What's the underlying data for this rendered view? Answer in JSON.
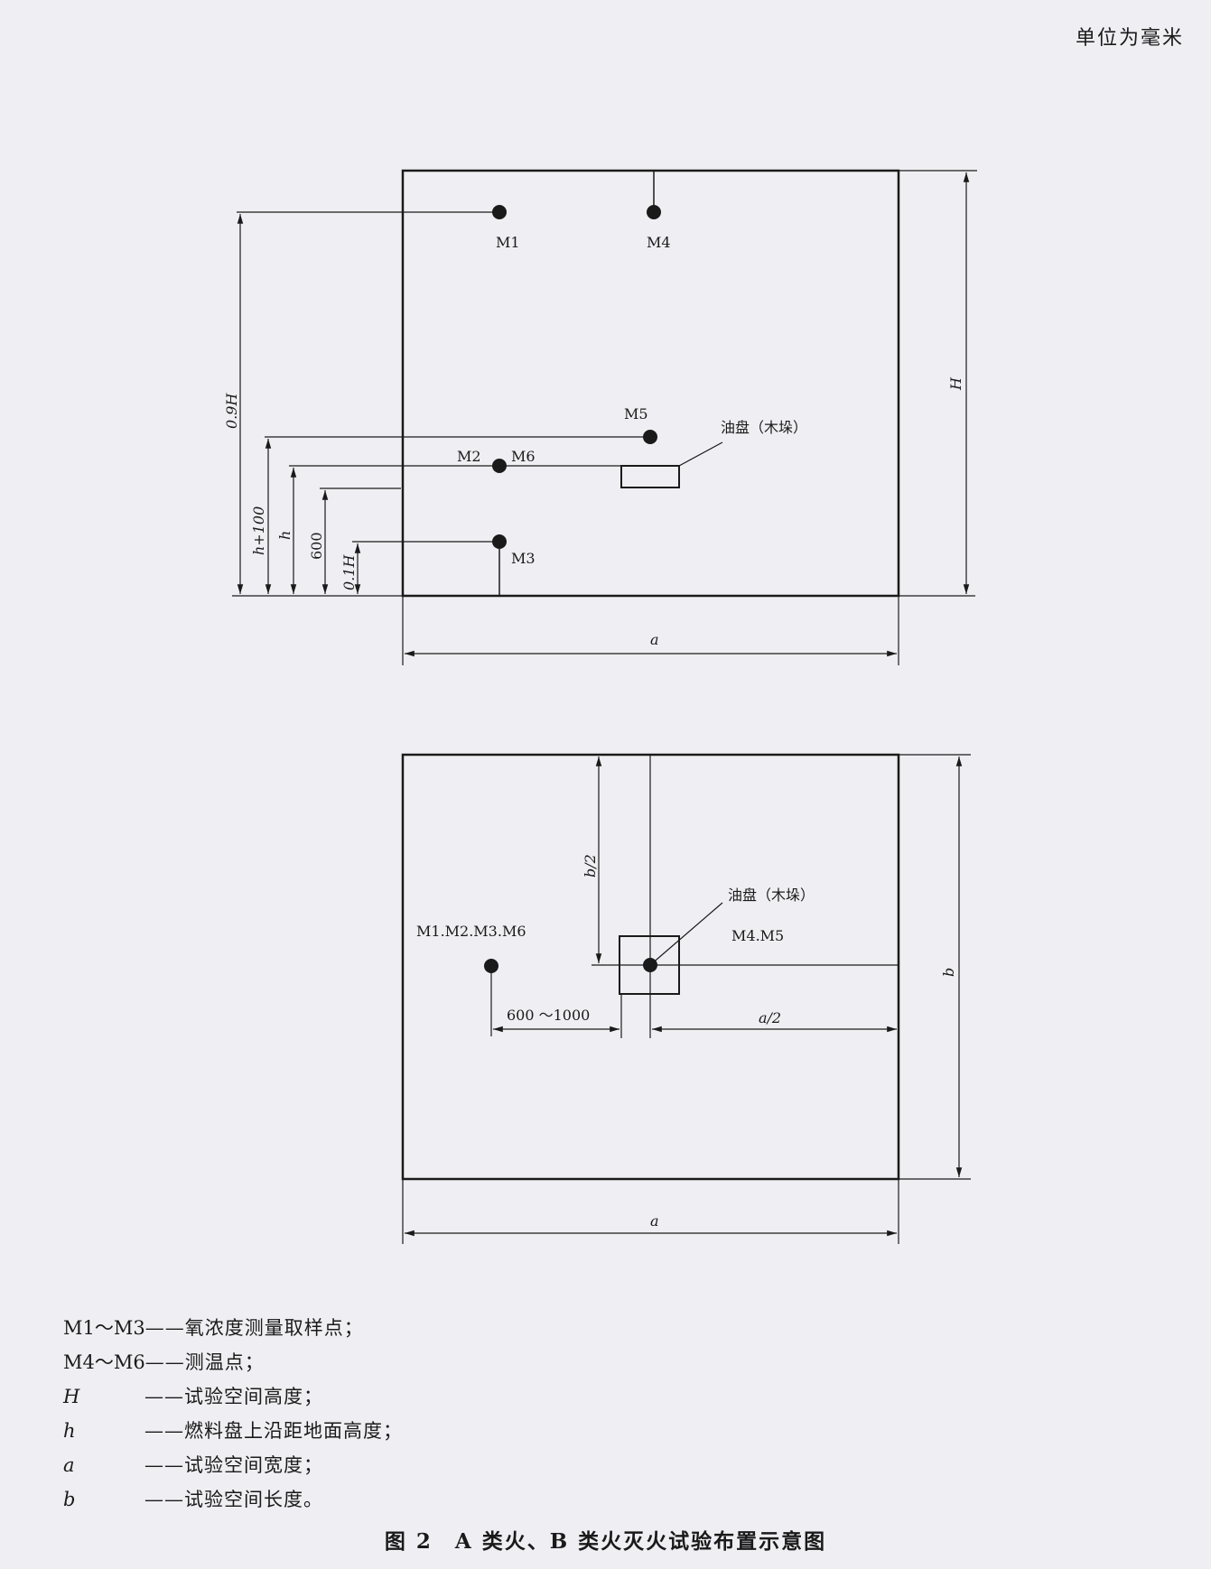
{
  "unit_note": "单位为毫米",
  "elevation": {
    "points": {
      "M1": "M1",
      "M4": "M4",
      "M5": "M5",
      "M2": "M2",
      "M6": "M6",
      "M3": "M3"
    },
    "tray_label": "油盘（木垛）",
    "dims": {
      "H_full": "H",
      "H_09": "0.9H",
      "h_plus_100": "h+100",
      "h": "h",
      "d600": "600",
      "H_01": "0.1H",
      "width_a": "a"
    }
  },
  "plan": {
    "points_left": "M1.M2.M3.M6",
    "points_center": "M4.M5",
    "tray_label": "油盘（木垛）",
    "dims": {
      "b_half": "b/2",
      "b_full": "b",
      "range": "600 ～1000",
      "a_half": "a/2",
      "width_a": "a"
    }
  },
  "legend": [
    {
      "key": "M1～M3",
      "desc": "——氧浓度测量取样点；"
    },
    {
      "key": "M4～M6",
      "desc": "——测温点；"
    },
    {
      "key": "H",
      "desc": "——试验空间高度；"
    },
    {
      "key": "h",
      "desc": "——燃料盘上沿距地面高度；"
    },
    {
      "key": "a",
      "desc": "——试验空间宽度；"
    },
    {
      "key": "b",
      "desc": "——试验空间长度。"
    }
  ],
  "caption": "图 2　A 类火、B 类火灭火试验布置示意图"
}
